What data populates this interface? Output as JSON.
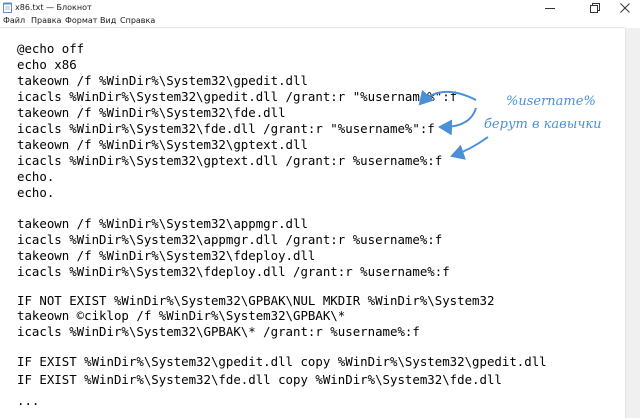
{
  "window": {
    "title": "x86.txt — Блокнот",
    "icon": "notepad-icon",
    "controls": [
      "minimize-icon",
      "maximize-icon",
      "close-icon"
    ]
  },
  "menu": {
    "items": [
      "Файл",
      "Правка",
      "Формат",
      "Вид",
      "Справка"
    ]
  },
  "editor": {
    "lines": [
      "@echo off",
      "echo x86",
      "takeown /f %WinDir%\\System32\\gpedit.dll",
      "icacls %WinDir%\\System32\\gpedit.dll /grant:r \"%username%\":f",
      "takeown /f %WinDir%\\System32\\fde.dll",
      "icacls %WinDir%\\System32\\fde.dll /grant:r \"%username%\":f",
      "takeown /f %WinDir%\\System32\\gptext.dll",
      "icacls %WinDir%\\System32\\gptext.dll /grant:r %username%:f",
      "echo.",
      "echo.",
      "",
      "takeown /f %WinDir%\\System32\\appmgr.dll",
      "icacls %WinDir%\\System32\\appmgr.dll /grant:r %username%:f",
      "takeown /f %WinDir%\\System32\\fdeploy.dll",
      "icacls %WinDir%\\System32\\fdeploy.dll /grant:r %username%:f",
      "",
      "IF NOT EXIST %WinDir%\\System32\\GPBAK\\NUL MKDIR %WinDir%\\System32",
      "takeown ©ciklop /f %WinDir%\\System32\\GPBAK\\*",
      "icacls %WinDir%\\System32\\GPBAK\\* /grant:r %username%:f",
      "",
      "IF EXIST %WinDir%\\System32\\gpedit.dll copy %WinDir%\\System32\\gpedit.dll",
      "IF EXIST %WinDir%\\System32\\fde.dll copy %WinDir%\\System32\\fde.dll",
      "",
      "..."
    ]
  },
  "annotation": {
    "line1": "%username%",
    "line2": "берут в кавычки",
    "color": "#4a90d9"
  }
}
